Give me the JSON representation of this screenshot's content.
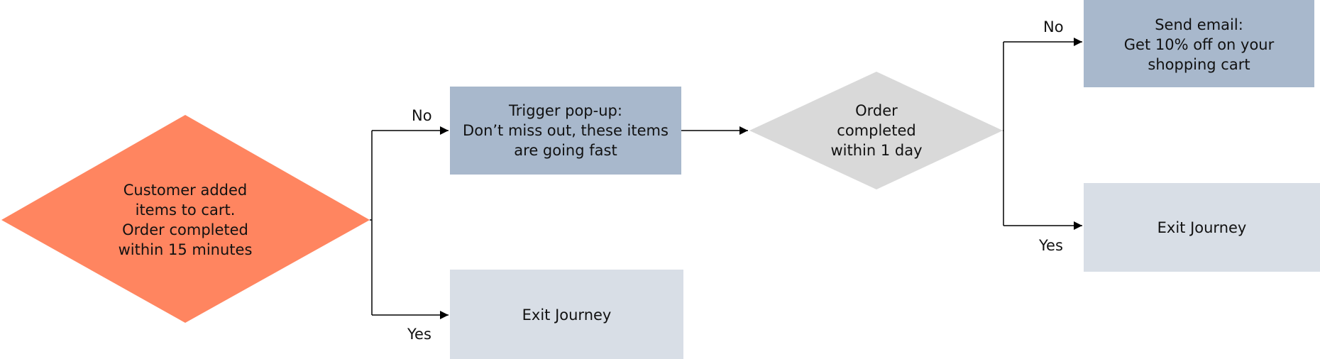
{
  "colors": {
    "start_decision": "#FF8560",
    "action_box": "#A8B8CC",
    "exit_box": "#D8DEE6",
    "second_decision": "#D9D9D9",
    "connector": "#000000"
  },
  "nodes": {
    "start_decision": {
      "label": "Customer added\nitems to cart.\nOrder completed\nwithin 15 minutes"
    },
    "popup_action": {
      "label": "Trigger pop-up:\nDon’t miss out, these items\nare going fast"
    },
    "exit_journey_1": {
      "label": "Exit Journey"
    },
    "second_decision": {
      "label": "Order\ncompleted\nwithin 1 day"
    },
    "email_action": {
      "label": "Send email:\nGet 10% off on your\nshopping cart"
    },
    "exit_journey_2": {
      "label": "Exit Journey"
    }
  },
  "edge_labels": {
    "start_no": "No",
    "start_yes": "Yes",
    "second_no": "No",
    "second_yes": "Yes"
  }
}
